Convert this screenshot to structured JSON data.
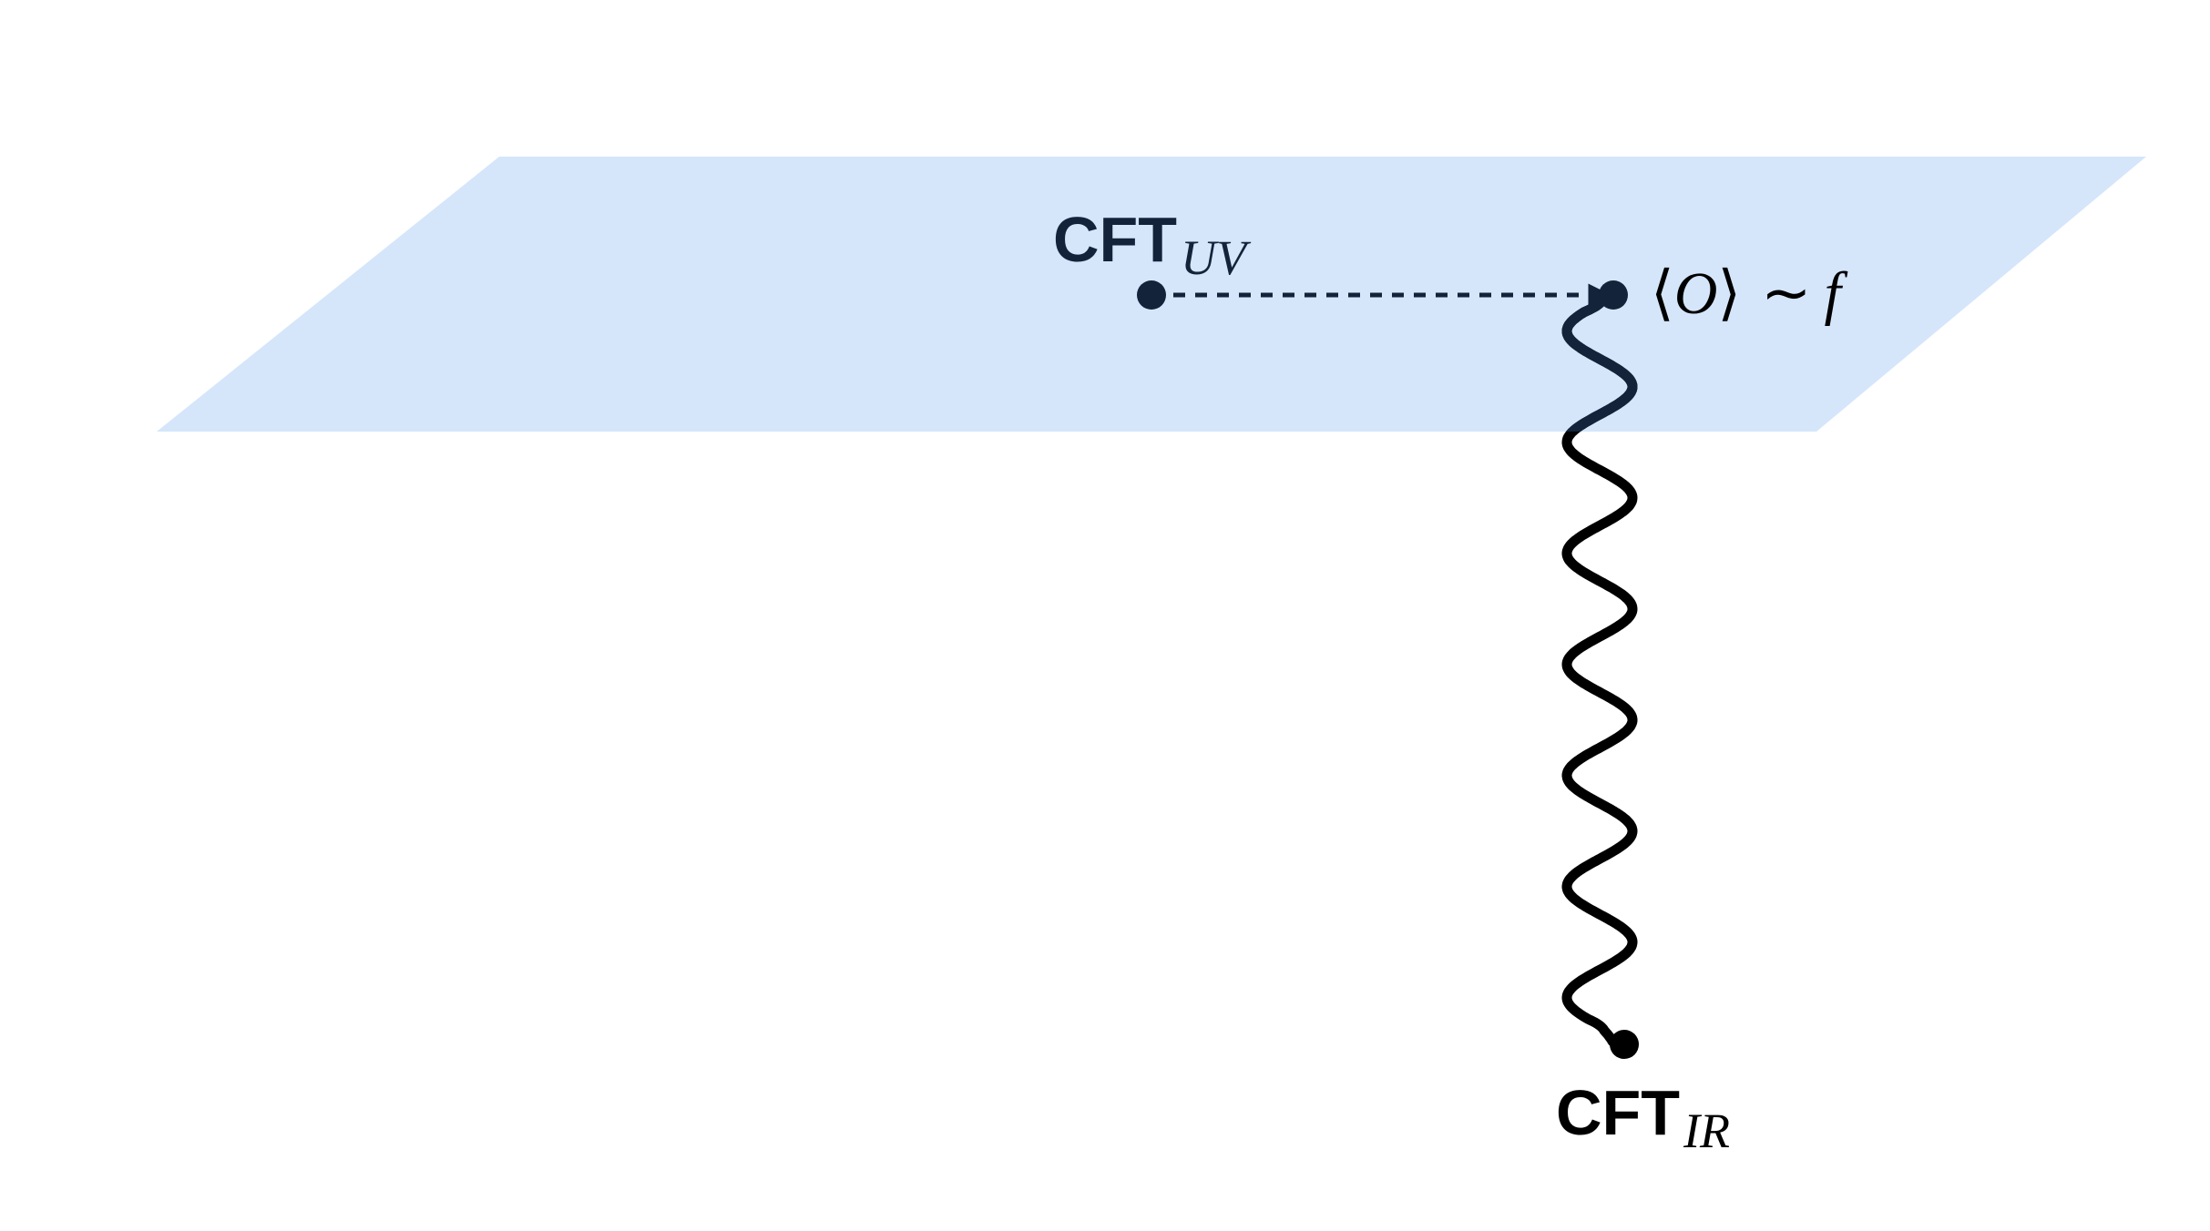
{
  "labels": {
    "uv_main": "CFT",
    "uv_sub": "UV",
    "ir_main": "CFT",
    "ir_sub": "IR",
    "vev_open": "⟨",
    "vev_op": "O",
    "vev_close": "⟩",
    "vev_sim": "∼",
    "vev_f": "f"
  },
  "colors": {
    "plane": "#d5e6fb",
    "ink": "#000000",
    "dark_navy": "#13233a"
  }
}
